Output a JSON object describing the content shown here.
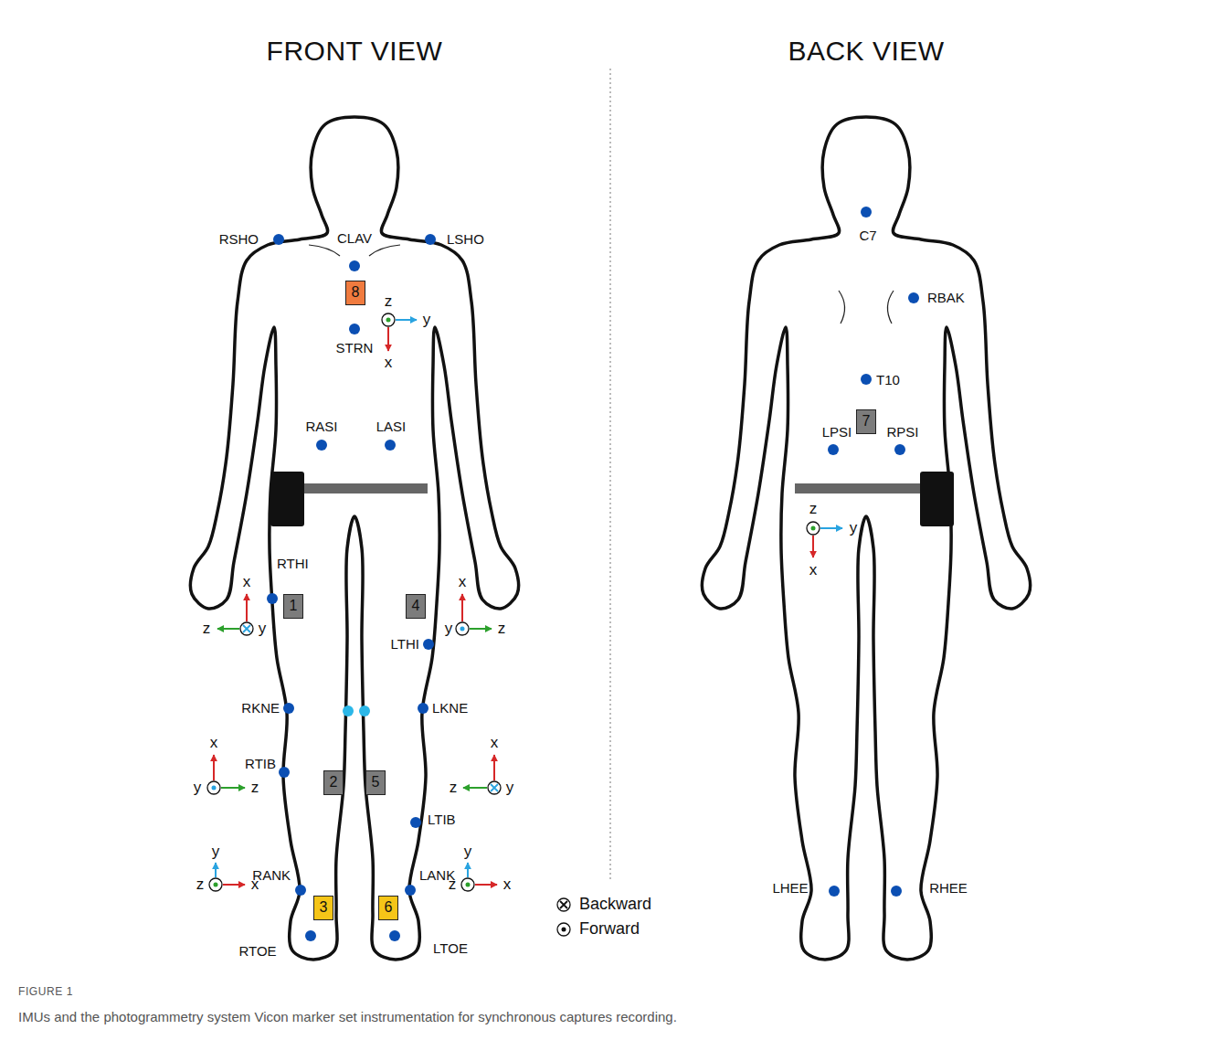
{
  "diagram": {
    "caption": "IMUs and the photogrammetry system Vicon marker set instrumentation for synchronous captures recording.",
    "nodes": [
      {
        "text": [
          "8"
        ]
      },
      {
        "text": [
          "1"
        ]
      },
      {
        "text": [
          "4"
        ]
      },
      {
        "text": [
          "2"
        ]
      },
      {
        "text": [
          "5"
        ]
      },
      {
        "text": [
          "3"
        ]
      },
      {
        "text": [
          "6"
        ]
      },
      {
        "text": [
          "7"
        ]
      }
    ],
    "labels": [
      "FRONT VIEW",
      "BACK VIEW",
      "RSHO",
      "CLAV",
      "LSHO",
      "STRN",
      "RASI",
      "LASI",
      "RTHI",
      "LTHI",
      "RKNE",
      "LKNE",
      "RTIB",
      "LTIB",
      "RANK",
      "LANK",
      "RTOE",
      "LTOE",
      "C7",
      "RBAK",
      "T10",
      "LPSI",
      "RPSI",
      "LHEE",
      "RHEE",
      "z",
      "y",
      "x",
      "x",
      "z",
      "y",
      "x",
      "y",
      "z",
      "x",
      "y",
      "z",
      "x",
      "z",
      "y",
      "y",
      "z",
      "x",
      "y",
      "z",
      "x",
      "z",
      "y",
      "x",
      "FIGURE 1"
    ],
    "legend": [
      {
        "text": "Backward"
      },
      {
        "text": "Forward"
      }
    ]
  }
}
